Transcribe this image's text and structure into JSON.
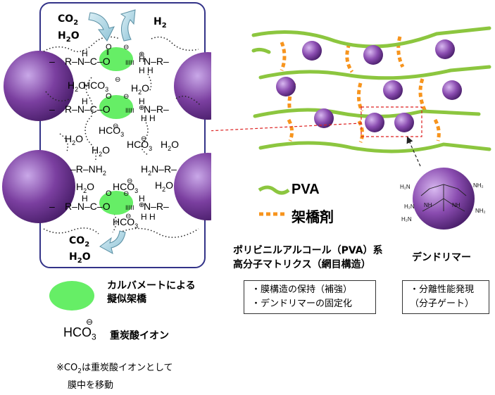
{
  "membrane": {
    "co2_in": "CO",
    "co2_in_sub": "2",
    "h2o_in": "H",
    "h2o_in_sub": "2",
    "h2o_in_tail": "O",
    "h2": "H",
    "h2_sub": "2",
    "co2_out": "CO",
    "co2_out_sub": "2",
    "h2o_out": "H",
    "h2o_out_sub": "2",
    "h2o_out_tail": "O"
  },
  "legend": {
    "pva_label": "PVA",
    "crosslinker_label": "架橋剤",
    "carbamate_label_line1": "カルバメートによる",
    "carbamate_label_line2": "擬似架橋",
    "bicarbonate_formula": "HCO",
    "bicarbonate_label": "重炭酸イオン",
    "note_line1": "※CO",
    "note_sub": "2",
    "note_line1_tail": "は重炭酸イオンとして",
    "note_line2": "膜中を移動"
  },
  "matrix": {
    "title_line1": "ポリビニルアルコール（PVA）系",
    "title_line2": "高分子マトリクス（網目構造）",
    "box_line1": "・膜構造の保持（補強）",
    "box_line2": "・デンドリマーの固定化"
  },
  "dendrimer": {
    "title": "デンドリマー",
    "box_line1": "・分離性能発現",
    "box_line2": "（分子ゲート）"
  },
  "colors": {
    "pva_green": "#8cc63f",
    "crosslinker_orange": "#f7941d",
    "sphere_purple": "#7b3fa0",
    "carbamate_green": "#66ee66",
    "border_navy": "#333388",
    "arrow_red": "#dd2222"
  }
}
